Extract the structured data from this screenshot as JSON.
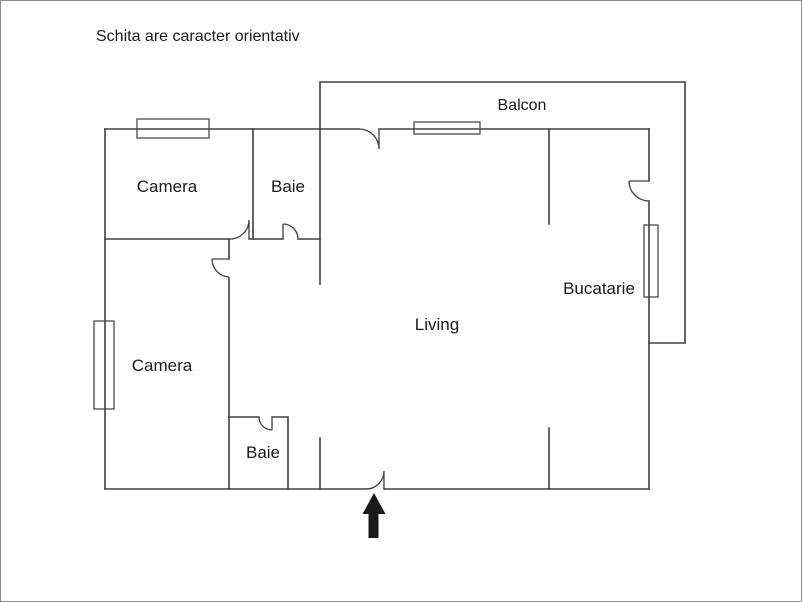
{
  "title": "Schita are caracter orientativ",
  "floorplan": {
    "rooms": [
      {
        "id": "camera-top",
        "label": "Camera"
      },
      {
        "id": "baie-top",
        "label": "Baie"
      },
      {
        "id": "balcon",
        "label": "Balcon"
      },
      {
        "id": "bucatarie",
        "label": "Bucatarie"
      },
      {
        "id": "living",
        "label": "Living"
      },
      {
        "id": "camera-bottom",
        "label": "Camera"
      },
      {
        "id": "baie-bottom",
        "label": "Baie"
      }
    ],
    "entrance_arrow_direction": "up",
    "colors": {
      "wall": "#404040",
      "text": "#1a1a1a",
      "background": "#ffffff",
      "frame_border": "#8c8c8c",
      "arrow": "#1a1a1a"
    }
  }
}
